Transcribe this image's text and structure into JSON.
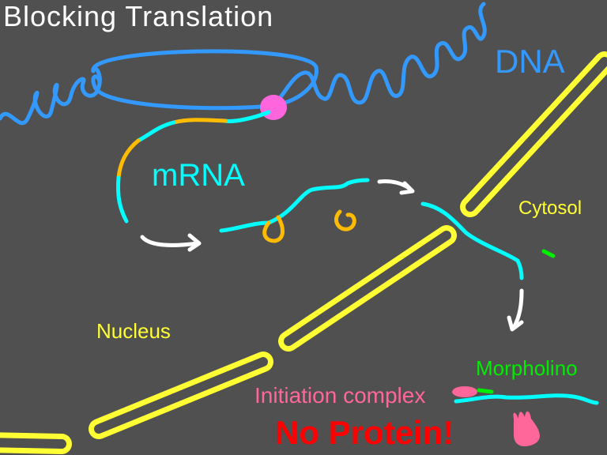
{
  "title": "Blocking Translation",
  "labels": {
    "dna": "DNA",
    "mrna": "mRNA",
    "cytosol": "Cytosol",
    "nucleus": "Nucleus",
    "morpholino": "Morpholino",
    "initiation_complex": "Initiation complex",
    "result": "No Protein!"
  },
  "colors": {
    "background": "#505050",
    "dna": "#3399ff",
    "mrna": "#00ffff",
    "membrane": "#ffff33",
    "morpholino": "#00ee00",
    "initiation": "#ff6699",
    "result": "#ff0000",
    "polymerase": "#ff66dd",
    "orange": "#ffbb00"
  }
}
